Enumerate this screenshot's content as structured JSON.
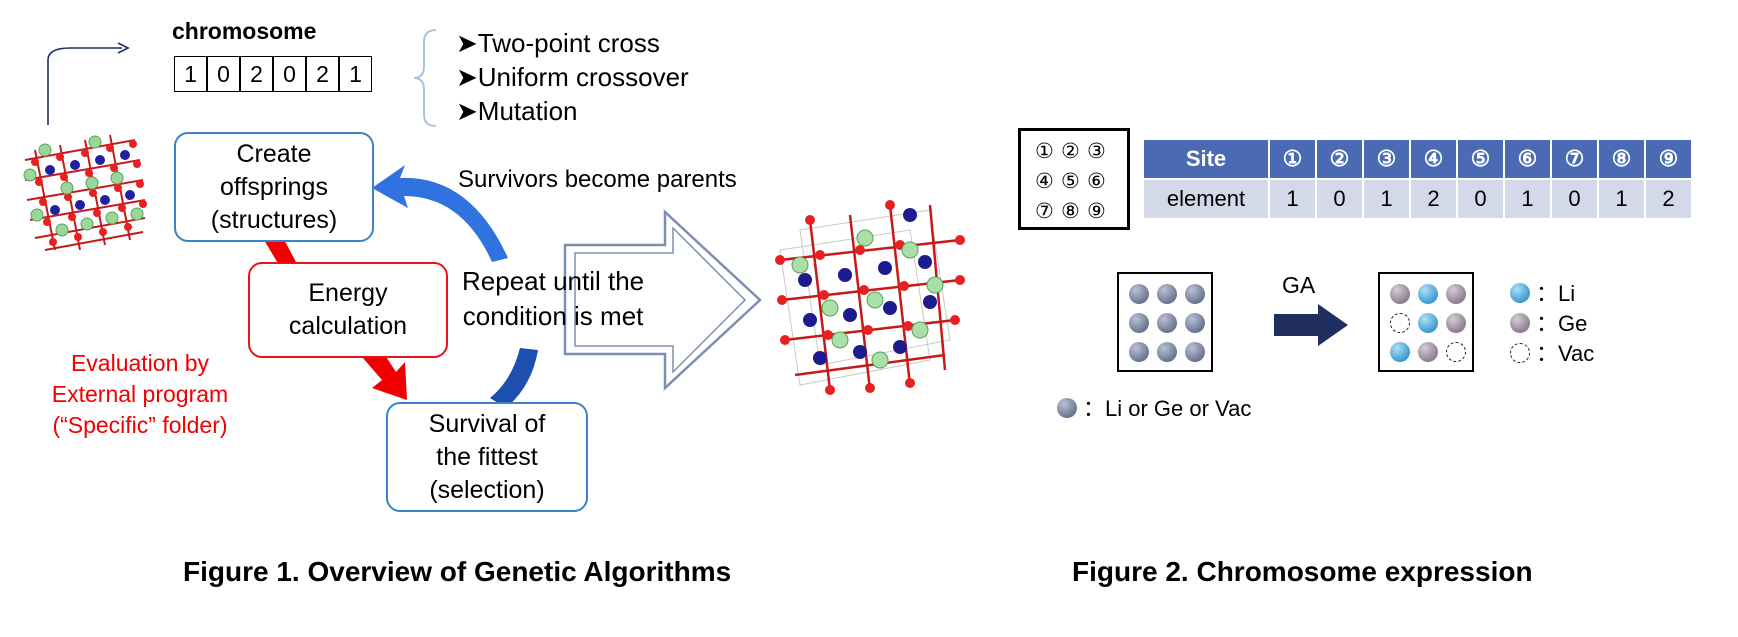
{
  "figure1": {
    "chromosome_label": "chromosome",
    "chromosome_values": [
      "1",
      "0",
      "2",
      "0",
      "2",
      "1"
    ],
    "operators": [
      "➤Two-point cross",
      "➤Uniform crossover",
      "➤Mutation"
    ],
    "create_box": "Create\noffsprings\n(structures)",
    "energy_box": "Energy\ncalculation",
    "survival_box": "Survival of\nthe fittest\n(selection)",
    "survivors_text": "Survivors become parents",
    "repeat_text": "Repeat until the\ncondition is met",
    "evaluation_text": "Evaluation by\nExternal program\n(“Specific” folder)",
    "caption": "Figure 1. Overview of Genetic Algorithms"
  },
  "figure2": {
    "grid_numbers": [
      [
        "①",
        "②",
        "③"
      ],
      [
        "④",
        "⑤",
        "⑥"
      ],
      [
        "⑦",
        "⑧",
        "⑨"
      ]
    ],
    "table_header_label": "Site",
    "table_sites": [
      "①",
      "②",
      "③",
      "④",
      "⑤",
      "⑥",
      "⑦",
      "⑧",
      "⑨"
    ],
    "table_row_label": "element",
    "table_elements": [
      "1",
      "0",
      "1",
      "2",
      "0",
      "1",
      "0",
      "1",
      "2"
    ],
    "ga_label": "GA",
    "site_legend": "：Li or Ge or Vac",
    "result_grid": [
      [
        "ge",
        "li",
        "ge"
      ],
      [
        "vac",
        "li",
        "ge"
      ],
      [
        "li",
        "ge",
        "vac"
      ]
    ],
    "legend": [
      {
        "kind": "li",
        "label": "：Li"
      },
      {
        "kind": "ge",
        "label": "：Ge"
      },
      {
        "kind": "vac",
        "label": "：Vac"
      }
    ],
    "caption": "Figure 2. Chromosome expression"
  },
  "colors": {
    "box_blue": "#3b82c8",
    "box_red": "#e8141c",
    "arrow_blue": "#2f72e0",
    "arrow_red": "#f00000",
    "table_header": "#4a6ab4",
    "table_row": "#d4d9ea",
    "ga_arrow": "#1f2e5e"
  }
}
